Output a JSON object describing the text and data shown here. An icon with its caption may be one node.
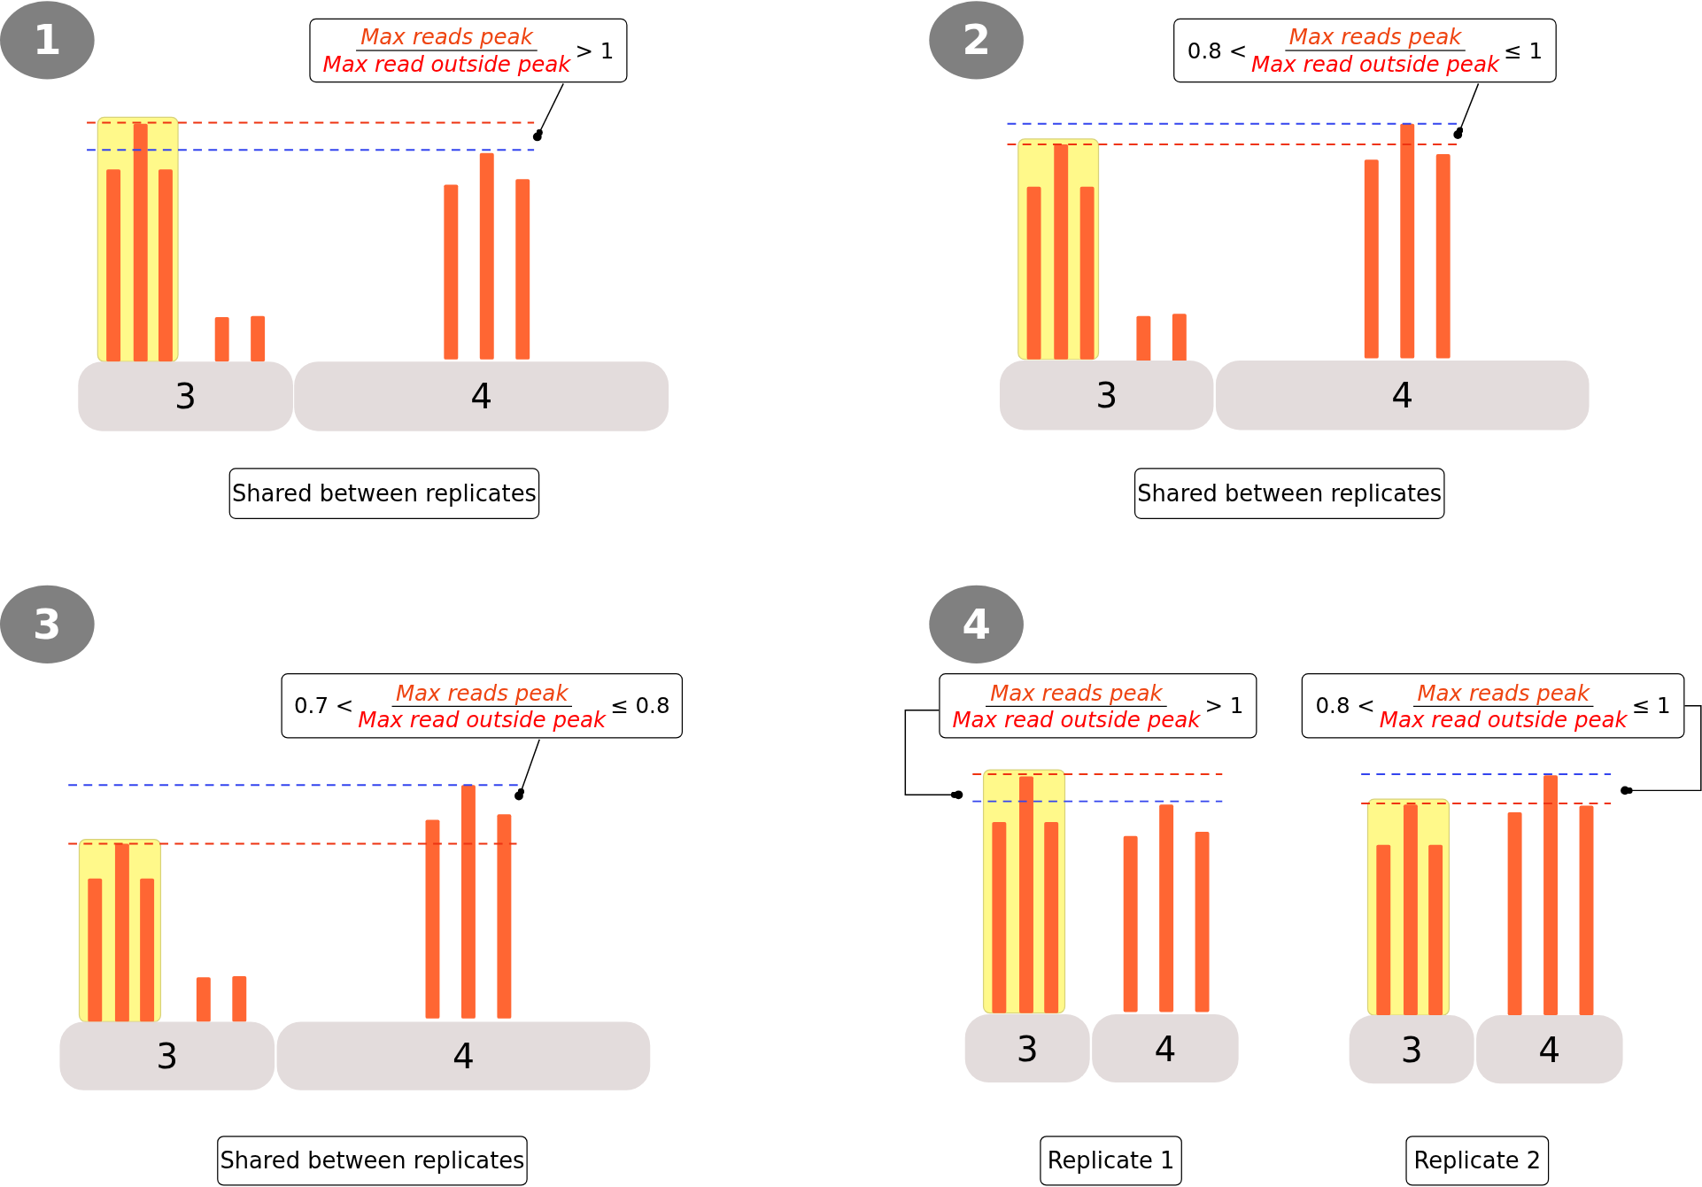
{
  "diagram": {
    "nodes": [
      {
        "text": [
          "1"
        ]
      },
      {
        "text": [
          "Max reads peak",
          "Max read outside peak",
          "> 1"
        ]
      },
      {
        "text": [],
        "shape": "circle"
      },
      {
        "text": [
          "3"
        ]
      },
      {
        "text": [
          "4"
        ]
      },
      {
        "text": [
          "Shared between replicates"
        ]
      },
      {
        "text": [
          "2"
        ]
      },
      {
        "text": [
          "0.8 <",
          "Max reads peak",
          "Max read outside peak",
          "≤ 1"
        ]
      },
      {
        "text": [],
        "shape": "circle"
      },
      {
        "text": [
          "3"
        ]
      },
      {
        "text": [
          "4"
        ]
      },
      {
        "text": [
          "Shared between replicates"
        ]
      },
      {
        "text": [
          "3"
        ]
      },
      {
        "text": [
          "0.7 <",
          "Max reads peak",
          "Max read outside peak",
          "≤ 0.8"
        ]
      },
      {
        "text": [],
        "shape": "circle"
      },
      {
        "text": [
          "3"
        ]
      },
      {
        "text": [
          "4"
        ]
      },
      {
        "text": [
          "Shared between replicates"
        ]
      },
      {
        "text": [
          "4"
        ]
      },
      {
        "text": [
          "Max reads peak",
          "Max read outside peak",
          "> 1"
        ]
      },
      {
        "text": [
          "0.8 <",
          "Max reads peak",
          "Max read outside peak",
          "≤ 1"
        ]
      },
      {
        "text": [],
        "shape": "circle"
      },
      {
        "text": [],
        "shape": "circle"
      },
      {
        "text": [
          "3"
        ]
      },
      {
        "text": [
          "4"
        ]
      },
      {
        "text": [
          "3"
        ]
      },
      {
        "text": [
          "4"
        ]
      },
      {
        "text": [
          "Replicate 1"
        ]
      },
      {
        "text": [
          "Replicate 2"
        ]
      }
    ],
    "edges": [
      {
        "from": 1,
        "to": 2,
        "arrow": "other"
      },
      {
        "from": 7,
        "to": 8,
        "arrow": "other"
      },
      {
        "from": 13,
        "to": 14,
        "arrow": "other"
      },
      {
        "from": 19,
        "to": 21,
        "arrow": "other"
      },
      {
        "from": 20,
        "to": 22,
        "arrow": "other"
      }
    ]
  }
}
